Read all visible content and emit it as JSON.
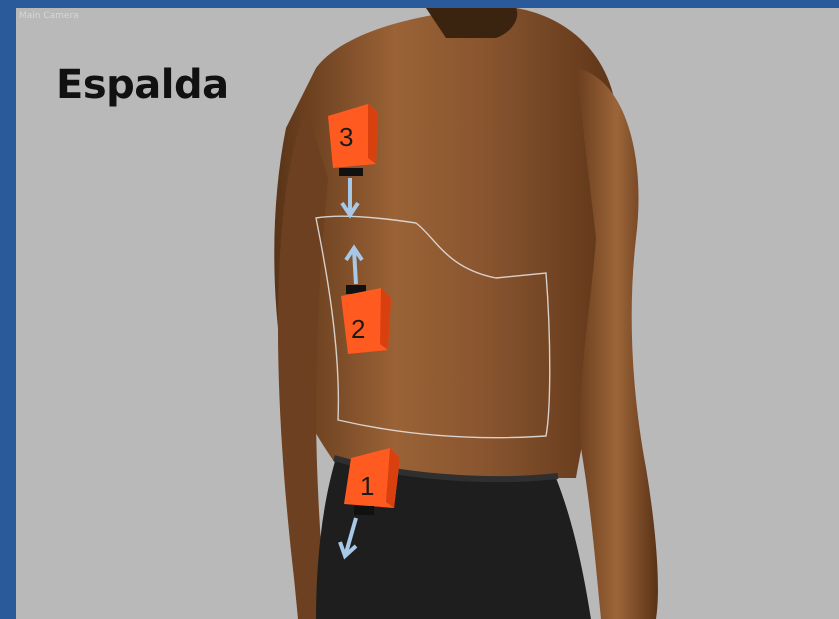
{
  "viewport": {
    "camera_label": "Main Camera"
  },
  "title": "Espalda",
  "sensors": [
    {
      "label": "3"
    },
    {
      "label": "2"
    },
    {
      "label": "1"
    }
  ],
  "colors": {
    "frame": "#2a5a9a",
    "background": "#b9b9b9",
    "sensor": "#ff5a1f",
    "arrow": "#a8c8e8",
    "skin": "#8a5630",
    "shorts": "#1e1e1e"
  }
}
